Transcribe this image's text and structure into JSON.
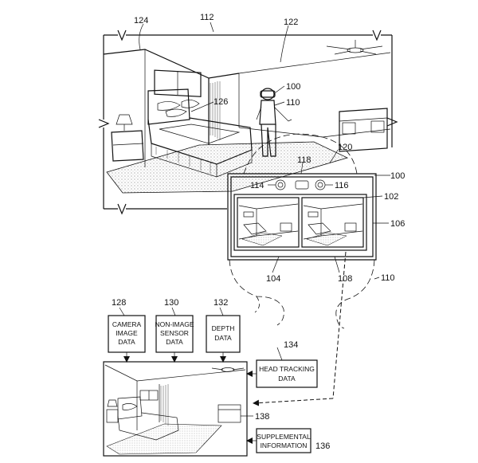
{
  "figure": {
    "references": {
      "r124": "124",
      "r112": "112",
      "r122": "122",
      "r100_user": "100",
      "r110_user": "110",
      "r126": "126",
      "r120": "120",
      "r118": "118",
      "r100_hmd": "100",
      "r114": "114",
      "r116": "116",
      "r102": "102",
      "r106": "106",
      "r104": "104",
      "r108": "108",
      "r110_strap": "110",
      "r128": "128",
      "r130": "130",
      "r132": "132",
      "r134": "134",
      "r138": "138",
      "r136": "136"
    },
    "boxes": {
      "camera": [
        "CAMERA",
        "IMAGE",
        "DATA"
      ],
      "non_image": [
        "NON-IMAGE",
        "SENSOR",
        "DATA"
      ],
      "depth": [
        "DEPTH",
        "DATA"
      ],
      "head_tracking": [
        "HEAD TRACKING",
        "DATA"
      ],
      "supplemental": [
        "SUPPLEMENTAL",
        "INFORMATION"
      ]
    }
  }
}
